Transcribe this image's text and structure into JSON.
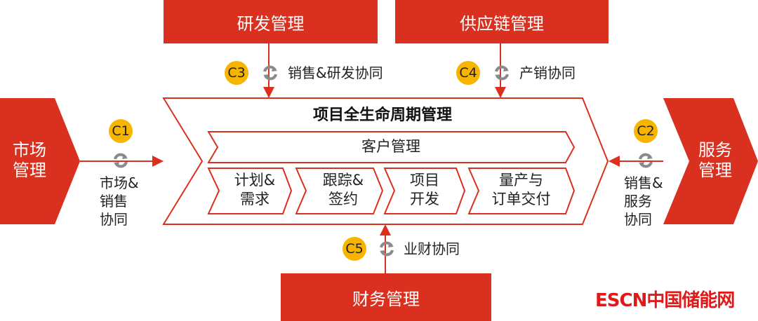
{
  "colors": {
    "primary": "#d9301f",
    "badge": "#f7b500",
    "icon": "#8a8a8a"
  },
  "top_boxes": [
    {
      "label": "研发管理"
    },
    {
      "label": "供应链管理"
    }
  ],
  "bottom_box": {
    "label": "财务管理"
  },
  "left_chevron": {
    "line1": "市场",
    "line2": "管理"
  },
  "right_chevron": {
    "line1": "服务",
    "line2": "管理"
  },
  "main": {
    "title": "项目全生命周期管理",
    "customer_bar": "客户管理",
    "stages": [
      {
        "l1": "计划&",
        "l2": "需求"
      },
      {
        "l1": "跟踪&",
        "l2": "签约"
      },
      {
        "l1": "项目",
        "l2": "开发"
      },
      {
        "l1": "量产与",
        "l2": "订单交付"
      }
    ]
  },
  "links": [
    {
      "badge": "C1",
      "l1": "市场&",
      "l2": "销售",
      "l3": "协同"
    },
    {
      "badge": "C2",
      "l1": "销售&",
      "l2": "服务",
      "l3": "协同"
    },
    {
      "badge": "C3",
      "label": "销售&研发协同"
    },
    {
      "badge": "C4",
      "label": "产销协同"
    },
    {
      "badge": "C5",
      "label": "业财协同"
    }
  ],
  "logo": {
    "text": "ESCN中国储能网"
  }
}
